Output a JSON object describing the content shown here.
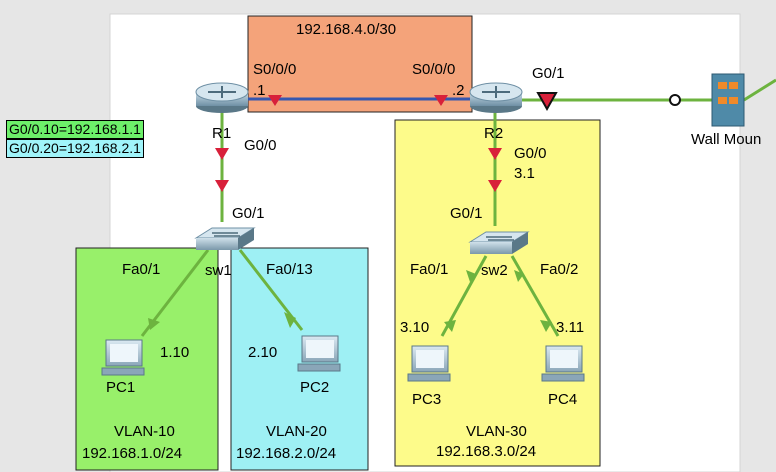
{
  "colors": {
    "workspace": "#ffffff",
    "outer": "#e6e6e6",
    "wan_area": "#f4a37a",
    "vlan10_area": "#98f06a",
    "vlan20_area": "#9ef0f4",
    "vlan30_area": "#fdfb8a",
    "link": "#6db33f",
    "serial_link": "#3557b0",
    "link_down": "#d8203a",
    "link_up": "#6db33f",
    "r1_ip_box": "#6df06a",
    "r1_ip_box2": "#a0f4fa"
  },
  "wan": {
    "network": "192.168.4.0/30",
    "r1_intf": "S0/0/0",
    "r2_intf": "S0/0/0",
    "r1_ip": ".1",
    "r2_ip": ".2"
  },
  "r1": {
    "name": "R1",
    "subif1": "G0/0.10=192.168.1.1",
    "subif2": "G0/0.20=192.168.2.1",
    "down_intf": "G0/0"
  },
  "r2": {
    "name": "R2",
    "right_intf": "G0/1",
    "down_intf": "G0/0",
    "down_ip": "3.1"
  },
  "wall": {
    "name": "Wall Moun"
  },
  "sw1": {
    "name": "sw1",
    "up_intf": "G0/1",
    "left_intf": "Fa0/1",
    "right_intf": "Fa0/13"
  },
  "sw2": {
    "name": "sw2",
    "up_intf": "G0/1",
    "left_intf": "Fa0/1",
    "right_intf": "Fa0/2"
  },
  "pcs": {
    "pc1": {
      "name": "PC1",
      "ip": "1.10"
    },
    "pc2": {
      "name": "PC2",
      "ip": "2.10"
    },
    "pc3": {
      "name": "PC3",
      "ip": "3.10"
    },
    "pc4": {
      "name": "PC4",
      "ip": "3.11"
    }
  },
  "vlans": {
    "v10": {
      "name": "VLAN-10",
      "net": "192.168.1.0/24"
    },
    "v20": {
      "name": "VLAN-20",
      "net": "192.168.2.0/24"
    },
    "v30": {
      "name": "VLAN-30",
      "net": "192.168.3.0/24"
    }
  }
}
